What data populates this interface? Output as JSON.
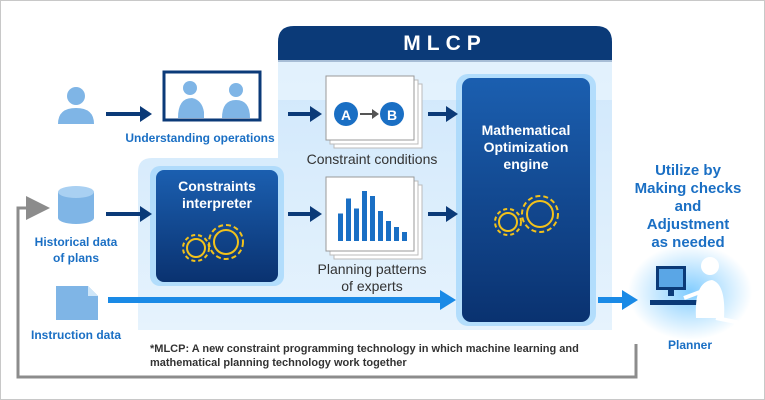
{
  "title": "MLCP",
  "inputs": {
    "operations_label": "Understanding operations",
    "historical_label": [
      "Historical data",
      "of plans"
    ],
    "instruction_label": "Instruction data"
  },
  "boxes": {
    "interpreter": [
      "Constraints",
      "interpreter"
    ],
    "engine": [
      "Mathematical",
      "Optimization",
      "engine"
    ]
  },
  "outputs": {
    "constraint_conditions": "Constraint conditions",
    "ab_a": "A",
    "ab_b": "B",
    "planning_patterns": [
      "Planning patterns",
      "of experts"
    ]
  },
  "result": {
    "utilize": [
      "Utilize by",
      "Making checks",
      "and",
      "Adjustment",
      "as needed"
    ],
    "planner": "Planner"
  },
  "footnote": [
    "*MLCP: A new constraint programming technology in which machine learning and",
    "mathematical planning technology work together"
  ],
  "colors": {
    "dark_blue": "#0b3a78",
    "mid_blue": "#1a6fc4",
    "light_panel": "#dbeefc",
    "gray": "#8c8c8c"
  },
  "bars": [
    0.55,
    0.85,
    0.65,
    1.0,
    0.9,
    0.6,
    0.4,
    0.28,
    0.18
  ]
}
